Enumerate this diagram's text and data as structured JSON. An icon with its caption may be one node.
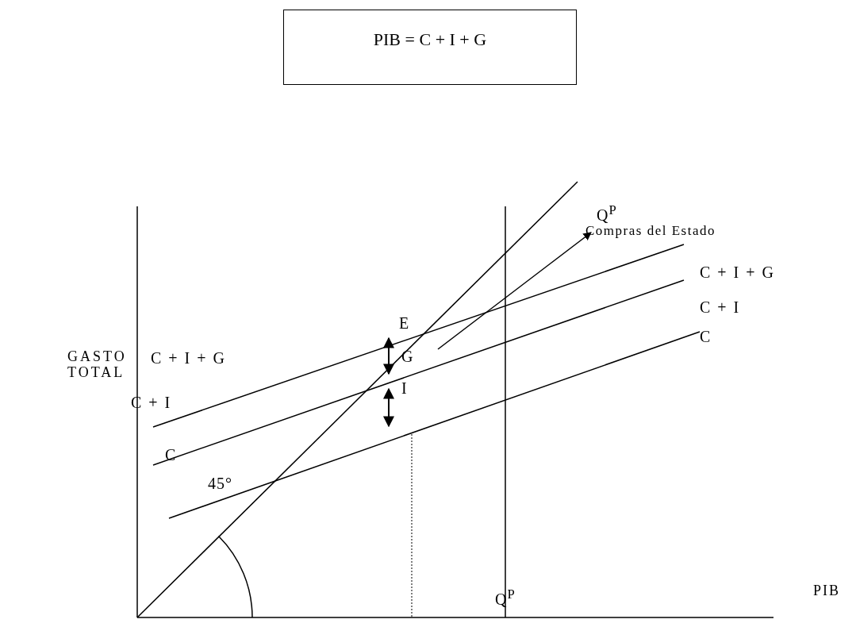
{
  "diagram": {
    "nodes": [
      {
        "text": [
          "PIB = C + I + G"
        ]
      }
    ],
    "labels": [
      "Q$^{P}$",
      "Compras del Estado",
      "C + I + G",
      "C + I",
      "E",
      "C",
      "GASTO TOTAL",
      "C + I + G",
      "G",
      "I",
      "C + I",
      "C",
      "45°",
      "PIB",
      "Q$^{P}$"
    ]
  }
}
